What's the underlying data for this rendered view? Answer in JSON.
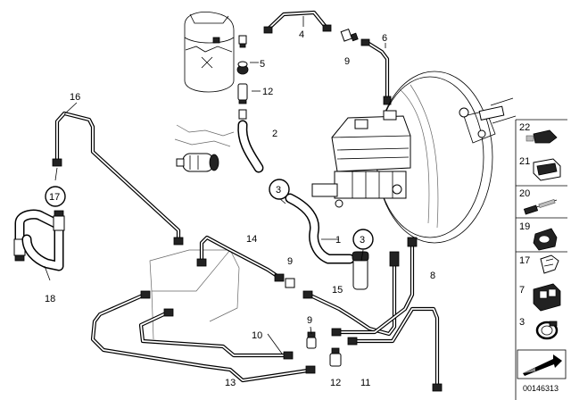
{
  "callouts": [
    {
      "text": "4"
    },
    {
      "text": "6"
    },
    {
      "text": "5"
    },
    {
      "text": "9"
    },
    {
      "text": "12"
    },
    {
      "text": "16"
    },
    {
      "text": "2"
    },
    {
      "text": "3"
    },
    {
      "text": "17"
    },
    {
      "text": "1"
    },
    {
      "text": "3"
    },
    {
      "text": "14"
    },
    {
      "text": "9"
    },
    {
      "text": "8"
    },
    {
      "text": "15"
    },
    {
      "text": "18"
    },
    {
      "text": "9"
    },
    {
      "text": "10"
    },
    {
      "text": "13"
    },
    {
      "text": "12"
    },
    {
      "text": "11"
    }
  ],
  "legend": [
    {
      "number": "22",
      "icon": "electrical-connector-icon"
    },
    {
      "number": "21",
      "icon": "connector-housing-icon"
    },
    {
      "number": "20",
      "icon": "terminal-pin-icon"
    },
    {
      "number": "19",
      "icon": "rubber-grommet-icon"
    },
    {
      "number": "17",
      "icon": "pipe-clip-icon"
    },
    {
      "number": "7",
      "icon": "double-pipe-clip-icon"
    },
    {
      "number": "3",
      "icon": "hose-clamp-icon"
    }
  ],
  "diagram_id": "00146313",
  "colors": {
    "line": "#000000",
    "background": "#ffffff",
    "shade": "#bdbdbd"
  }
}
